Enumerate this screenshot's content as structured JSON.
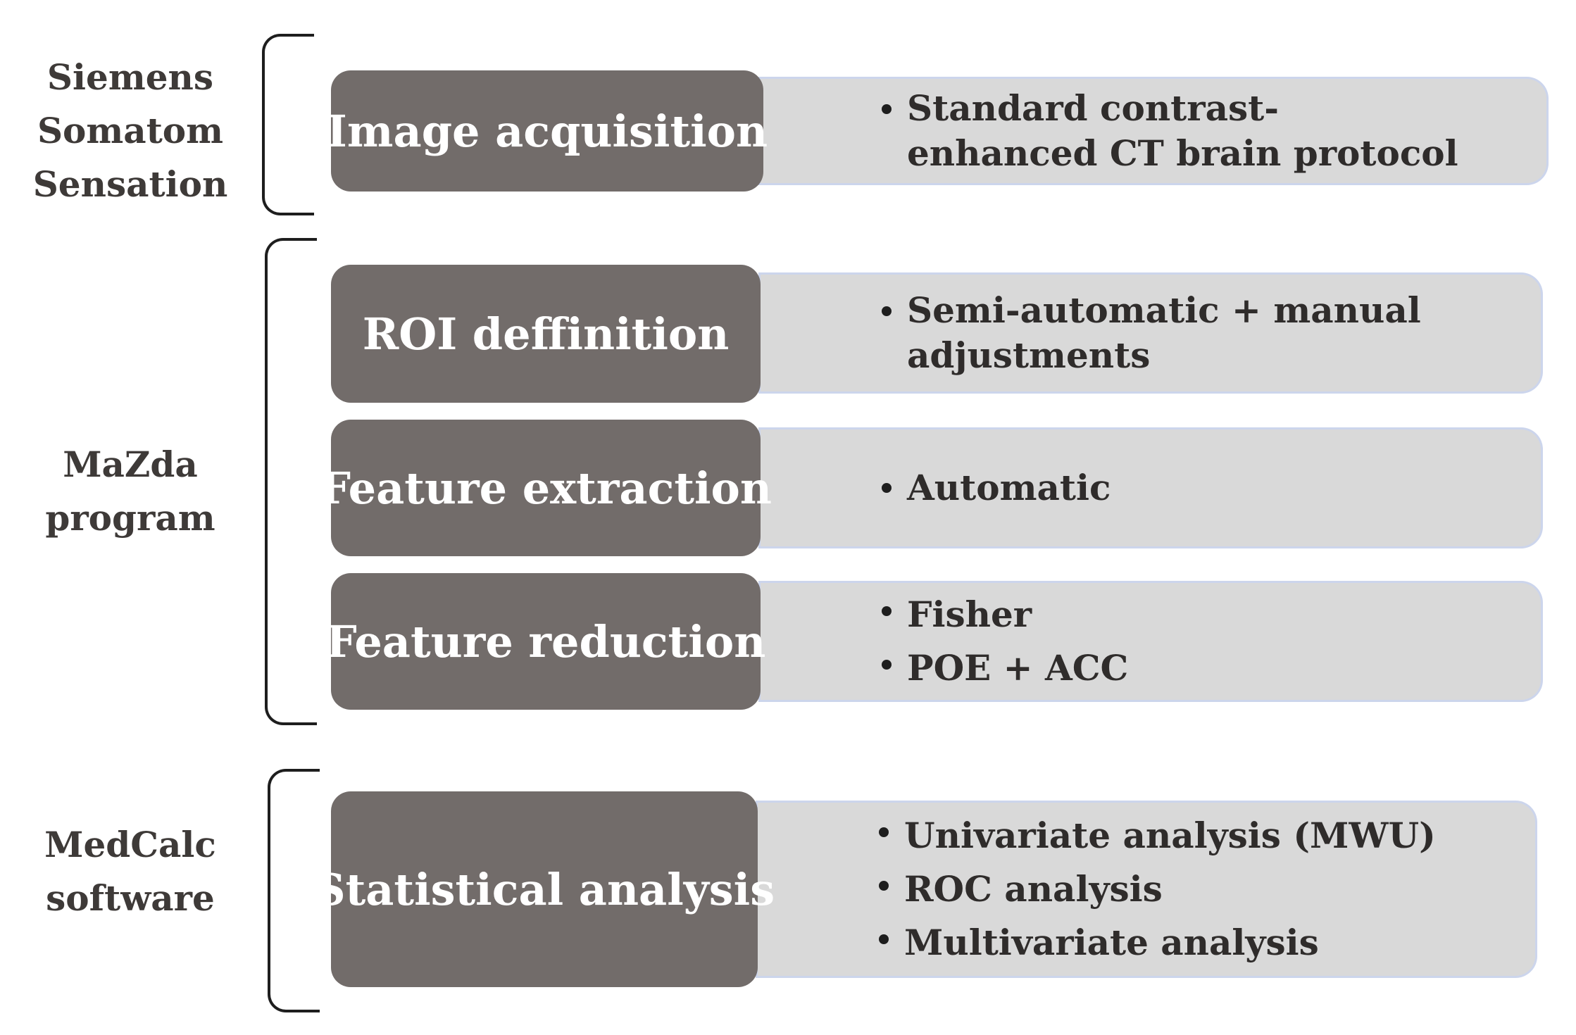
{
  "groups": [
    {
      "lines": [
        "Siemens",
        "Somatom",
        "Sensation"
      ]
    },
    {
      "lines": [
        "MaZda",
        "program"
      ]
    },
    {
      "lines": [
        "MedCalc",
        "software"
      ]
    }
  ],
  "steps": [
    {
      "title": "Image acquisition",
      "details": [
        "Standard contrast-",
        "enhanced CT brain protocol"
      ]
    },
    {
      "title": "ROI deffinition",
      "details": [
        "Semi-automatic + manual",
        "adjustments"
      ]
    },
    {
      "title": "Feature extraction",
      "details": [
        "Automatic"
      ]
    },
    {
      "title": "Feature reduction",
      "details": [
        "Fisher",
        "POE + ACC"
      ]
    },
    {
      "title": "Statistical analysis",
      "details": [
        "Univariate analysis (MWU)",
        "ROC analysis",
        "Multivariate analysis"
      ]
    }
  ],
  "colors": {
    "step_box": "#726c6a",
    "detail_box": "#d9d9d9",
    "detail_border": "#ccd5ec",
    "label_text": "#3e3a38"
  }
}
